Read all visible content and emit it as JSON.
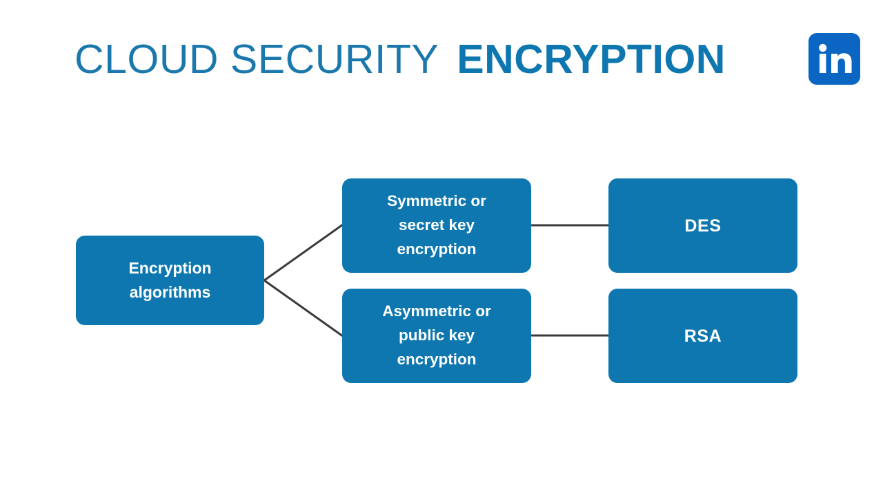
{
  "slide": {
    "background_color": "#ffffff",
    "title": {
      "light_part": "CLOUD SECURITY",
      "bold_part": "ENCRYPTION",
      "light_color": "#1b78ad",
      "bold_color": "#0e77b0"
    },
    "badge": {
      "name": "linkedin-logo",
      "letters": "in",
      "background_color": "#0a66c2",
      "foreground_color": "#ffffff"
    }
  },
  "diagram": {
    "type": "tree",
    "node_fill_color": "#0e77b0",
    "node_text_color": "#ffffff",
    "connector_color": "#3a3a3a",
    "nodes": [
      {
        "id": "root",
        "label": "Encryption\nalgorithms"
      },
      {
        "id": "symmetric",
        "label": "Symmetric or\nsecret key\nencryption"
      },
      {
        "id": "asymmetric",
        "label": "Asymmetric or\npublic key\nencryption"
      },
      {
        "id": "des",
        "label": "DES"
      },
      {
        "id": "rsa",
        "label": "RSA"
      }
    ],
    "edges": [
      {
        "from": "root",
        "to": "symmetric"
      },
      {
        "from": "root",
        "to": "asymmetric"
      },
      {
        "from": "symmetric",
        "to": "des"
      },
      {
        "from": "asymmetric",
        "to": "rsa"
      }
    ]
  }
}
